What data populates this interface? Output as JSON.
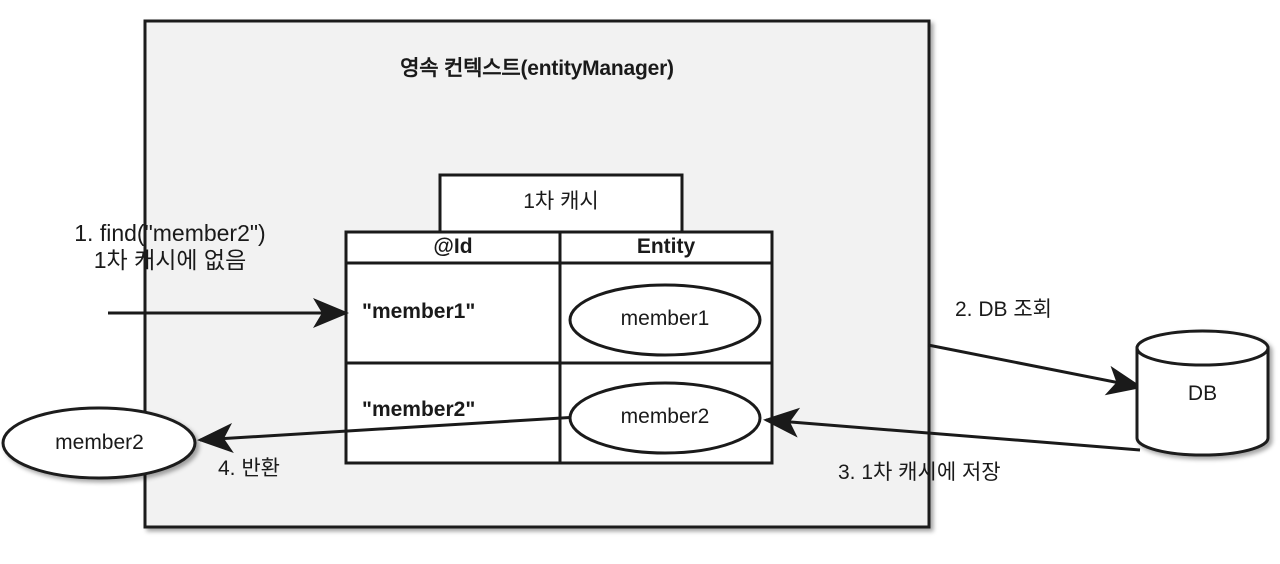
{
  "context_box": {
    "title": "영속 컨텍스트(entityManager)",
    "fill": "#f2f2f2",
    "stroke": "#1a1a1a"
  },
  "cache": {
    "tab_label": "1차 캐시",
    "columns": [
      "@Id",
      "Entity"
    ],
    "rows": [
      {
        "id": "\"member1\"",
        "entity": "member1"
      },
      {
        "id": "\"member2\"",
        "entity": "member2"
      }
    ]
  },
  "returned_entity": {
    "label": "member2"
  },
  "database": {
    "label": "DB"
  },
  "steps": [
    {
      "number": "1",
      "text": "1. find(\"member2\")\n1차 캐시에 없음"
    },
    {
      "number": "2",
      "text": "2. DB 조회"
    },
    {
      "number": "3",
      "text": "3. 1차 캐시에 저장"
    },
    {
      "number": "4",
      "text": "4. 반환"
    }
  ],
  "colors": {
    "line": "#1a1a1a",
    "text": "#1a1a1a",
    "shape_fill": "#ffffff",
    "page_background": "#ffffff"
  }
}
